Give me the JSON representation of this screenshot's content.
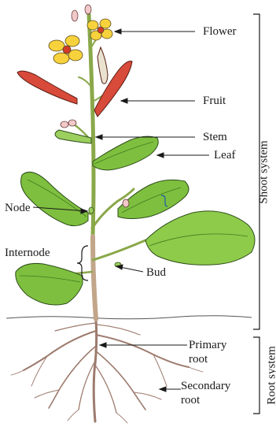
{
  "labels": {
    "flower": "Flower",
    "fruit": "Fruit",
    "stem": "Stem",
    "leaf": "Leaf",
    "node": "Node",
    "internode": "Internode",
    "bud": "Bud",
    "primary_root_1": "Primary",
    "primary_root_2": "root",
    "secondary_root_1": "Secondary",
    "secondary_root_2": "root",
    "shoot_system": "Shoot system",
    "root_system": "Root system"
  },
  "colors": {
    "leaf": "#7fbf3f",
    "leaf_vein": "#3d7a1f",
    "stem": "#8aa84a",
    "stem_lower": "#c2a68a",
    "root": "#b08a7a",
    "flower": "#f7d23c",
    "flower_center": "#d23a2a",
    "fruit": "#d84a3a",
    "bud": "#f1c9c9",
    "outline": "#1a1a1a"
  }
}
